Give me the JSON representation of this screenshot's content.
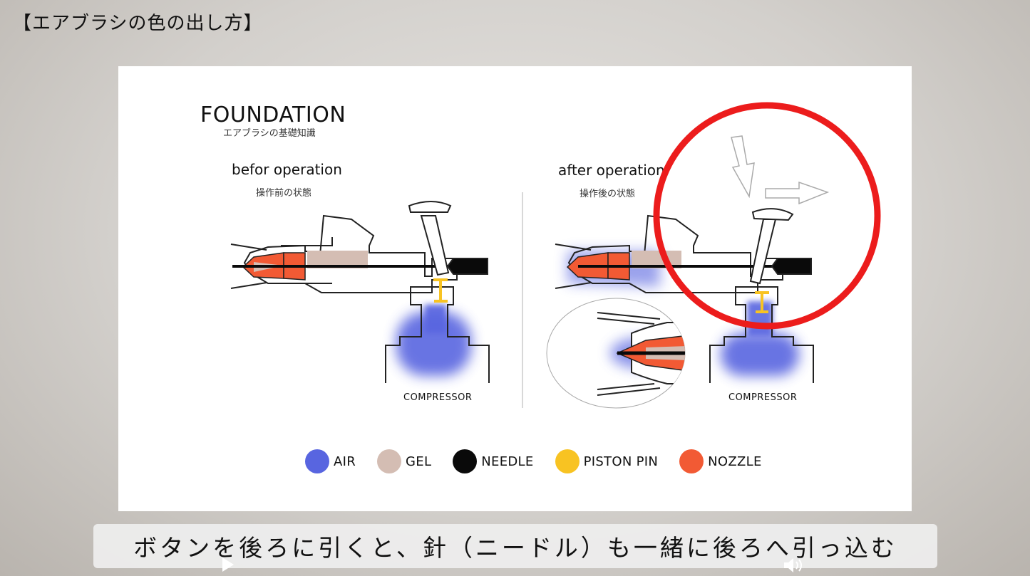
{
  "video": {
    "title": "【エアブラシの色の出し方】",
    "subtitle": "ボタンを後ろに引くと、針（ニードル）も一緒に後ろへ引っ込む"
  },
  "slide": {
    "heading": "FOUNDATION",
    "heading_sub": "エアブラシの基礎知識",
    "before": {
      "title": "befor operation",
      "subtitle": "操作前の状態",
      "compressor": "COMPRESSOR"
    },
    "after": {
      "title": "after operation",
      "subtitle": "操作後の状態",
      "compressor": "COMPRESSOR"
    },
    "legend": [
      {
        "label": "AIR",
        "color": "#5865e0"
      },
      {
        "label": "GEL",
        "color": "#d4bdb3"
      },
      {
        "label": "NEEDLE",
        "color": "#0a0a0a"
      },
      {
        "label": "PISTON PIN",
        "color": "#f8c322"
      },
      {
        "label": "NOZZLE",
        "color": "#f25a34"
      }
    ],
    "highlight_color": "#ec1c1c"
  },
  "controls": {
    "play": "play-icon",
    "volume": "volume-icon"
  }
}
